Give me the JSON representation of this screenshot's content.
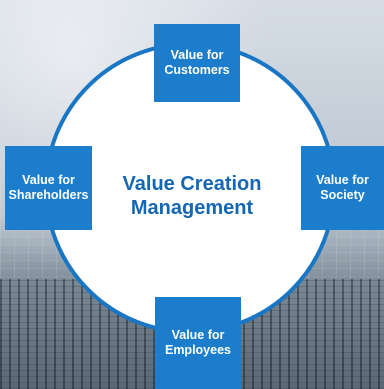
{
  "diagram": {
    "center": {
      "line1": "Value Creation",
      "line2": "Management"
    },
    "boxes": {
      "top": {
        "line1": "Value for",
        "line2": "Customers"
      },
      "left": {
        "line1": "Value for",
        "line2": "Shareholders"
      },
      "right": {
        "line1": "Value for",
        "line2": "Society"
      },
      "bottom": {
        "line1": "Value for",
        "line2": "Employees"
      }
    },
    "colors": {
      "accent": "#1b7dcc",
      "ring": "#1976c4",
      "center_text": "#1566b3",
      "box_text": "#ffffff"
    }
  }
}
